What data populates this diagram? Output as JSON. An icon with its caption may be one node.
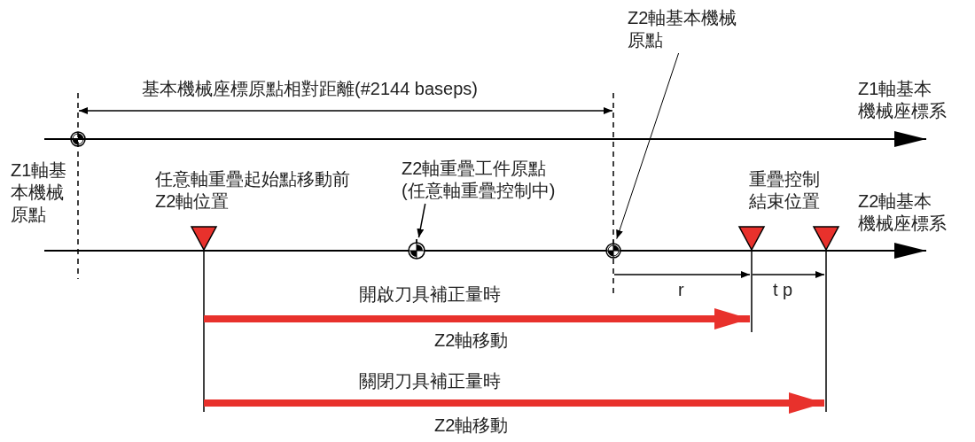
{
  "diagram": {
    "nodes": [
      {
        "text": [
          "Z2軸重疊工件原點(任意軸重疊控制中)"
        ]
      },
      {
        "text": [],
        "shape": "circle"
      },
      {
        "text": [
          "Z2軸基本機械原點"
        ]
      },
      {
        "text": [],
        "shape": "circle"
      }
    ],
    "edges": [
      {
        "from": 0,
        "to": 1,
        "arrow": "to"
      },
      {
        "from": 2,
        "to": 3,
        "arrow": "to"
      }
    ],
    "labels": [
      "基本機械座標原點相對距離(#2144 baseps)",
      "Z1軸基本機械座標系",
      "Z1軸基本機械原點",
      "任意軸重疊起始點移動前Z2軸位置",
      "重疊控制結束位置",
      "Z2軸基本機械座標系",
      "r",
      "t p",
      "開啟刀具補正量時",
      "Z2軸移動",
      "關閉刀具補正量時",
      "Z2軸移動"
    ]
  }
}
